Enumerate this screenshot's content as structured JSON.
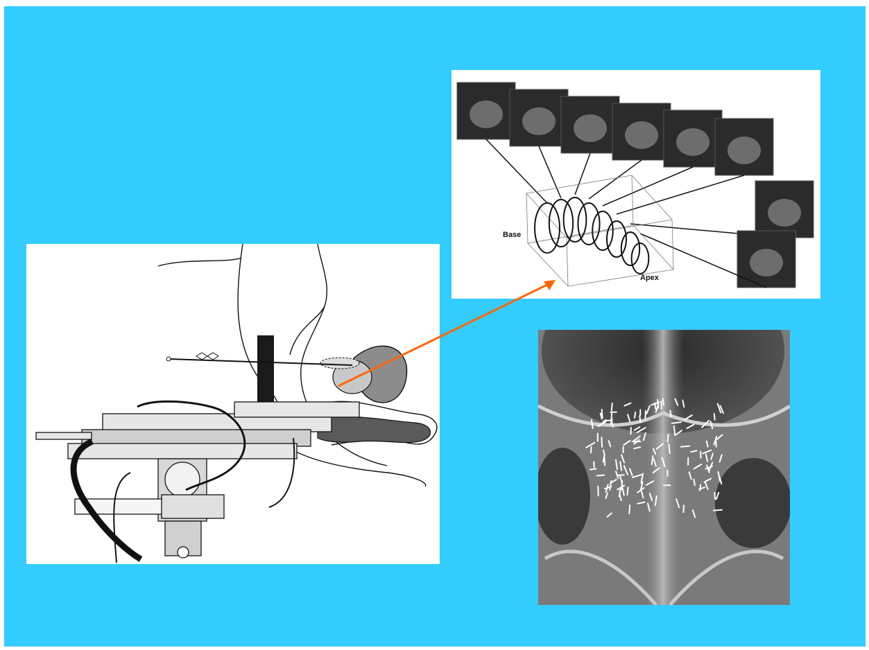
{
  "colors": {
    "slide_background": "#33ccff",
    "arrow": "#ff6600",
    "page_border": "#ffffff"
  },
  "panels": {
    "implant_diagram": {
      "icon": "brachytherapy-implant-apparatus-drawing"
    },
    "ultrasound_series": {
      "icon": "transrectal-ultrasound-slice-stack",
      "labels": {
        "base": "Base",
        "apex": "Apex"
      },
      "slice_count": 8
    },
    "xray": {
      "icon": "pelvic-xray-with-radioactive-seeds"
    }
  }
}
